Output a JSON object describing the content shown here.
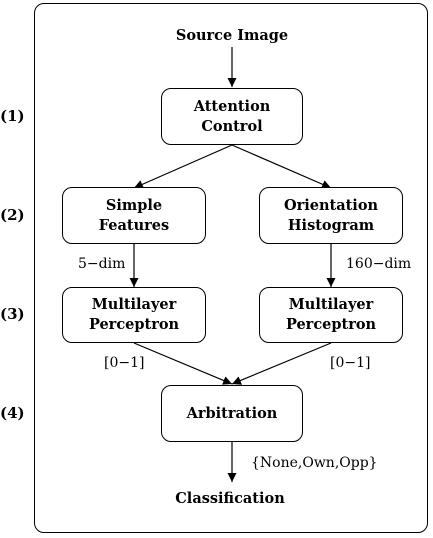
{
  "steps": [
    "(1)",
    "(2)",
    "(3)",
    "(4)"
  ],
  "source_label": "Source Image",
  "attention": {
    "line1": "Attention",
    "line2": "Control"
  },
  "simple_features": {
    "line1": "Simple",
    "line2": "Features"
  },
  "orientation_histogram": {
    "line1": "Orientation",
    "line2": "Histogram"
  },
  "mlp_left": {
    "line1": "Multilayer",
    "line2": "Perceptron"
  },
  "mlp_right": {
    "line1": "Multilayer",
    "line2": "Perceptron"
  },
  "arbitration": "Arbitration",
  "classification": "Classification",
  "edge_labels": {
    "left_dim": "5−dim",
    "right_dim": "160−dim",
    "left_range": "[0−1]",
    "right_range": "[0−1]",
    "classes": "{None,Own,Opp}"
  }
}
